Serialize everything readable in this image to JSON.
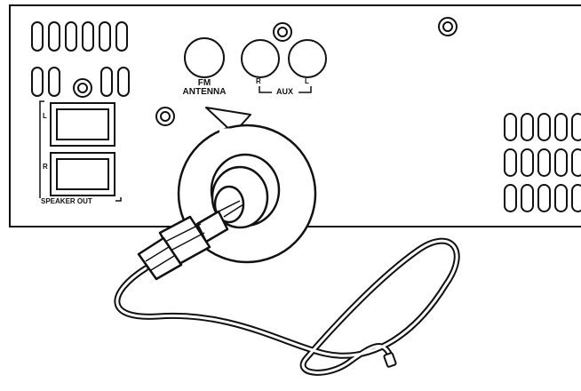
{
  "labels": {
    "fm": "FM",
    "antenna": "ANTENNA",
    "aux_r": "R",
    "aux_l": "L",
    "aux": "AUX",
    "speaker_l": "L",
    "speaker_r": "R",
    "speaker_out": "SPEAKER OUT"
  },
  "colors": {
    "line": "#111111",
    "panel": "#ffffff",
    "port_fill": "#f4f4f4"
  }
}
